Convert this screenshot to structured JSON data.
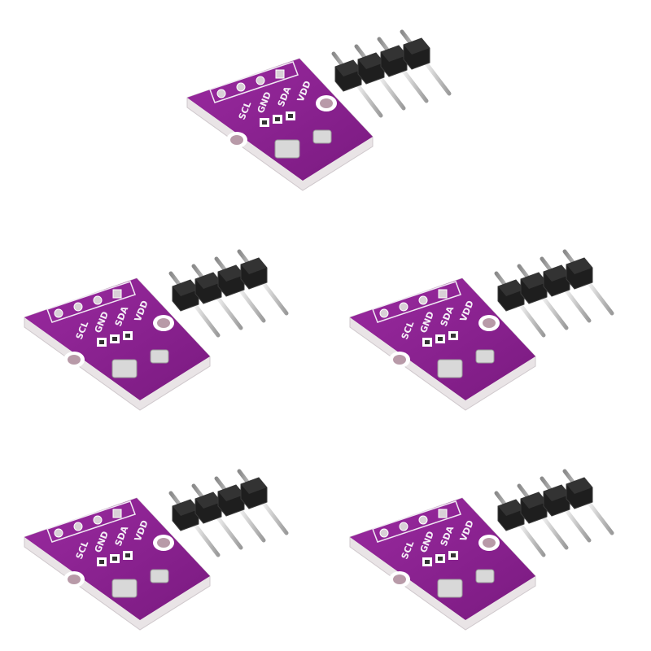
{
  "product": {
    "module_count": 5,
    "pin_labels": [
      "SCL",
      "GND",
      "SDA",
      "VDD"
    ],
    "colors": {
      "pcb": "#8a1f8f",
      "pcb_edge": "#e9e4e6",
      "header_plastic": "#1e1e1e",
      "pin_metal": "#c9c9c9",
      "sensor_metal": "#d8d8d8"
    }
  }
}
